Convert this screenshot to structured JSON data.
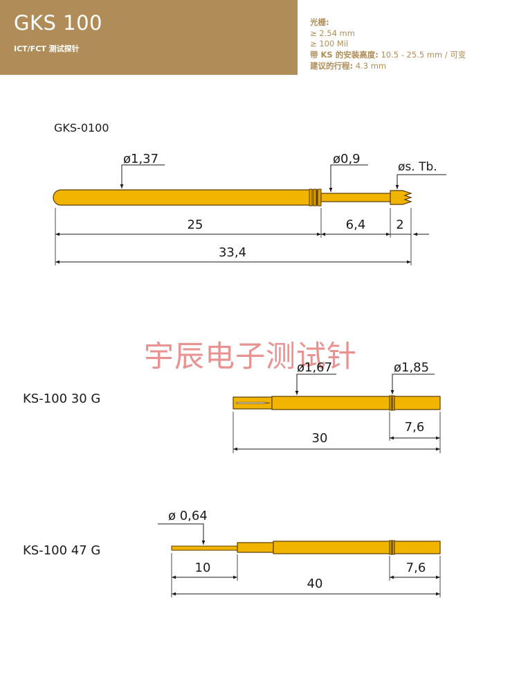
{
  "header": {
    "title": "GKS 100",
    "subtitle": "ICT/FCT 测试探针",
    "specs": {
      "grid_label": "光栅:",
      "grid_mm": "≥ 2.54 mm",
      "grid_mil": "≥ 100 Mil",
      "height_label": "带 KS 的安装高度:",
      "height_value": " 10.5 - 25.5 mm / 可变",
      "stroke_label": "建议的行程:",
      "stroke_value": " 4.3 mm"
    }
  },
  "watermark": "宇辰电子测试针",
  "probe_gks": {
    "model": "GKS-0100",
    "dia_body": "ø1,37",
    "dia_plunger": "ø0,9",
    "tip_style": "øs. Tb.",
    "len_body": "25",
    "len_plunger": "6,4",
    "len_tip": "2",
    "len_total": "33,4"
  },
  "socket_30g": {
    "model": "KS-100 30 G",
    "dia_barrel": "ø1,67",
    "dia_collar": "ø1,85",
    "len_collar": "7,6",
    "len_total": "30"
  },
  "socket_47g": {
    "model": "KS-100 47 G",
    "dia_tail": "ø 0,64",
    "len_tail": "10",
    "len_collar": "7,6",
    "len_total": "40"
  },
  "colors": {
    "header_bg": "#b08d58",
    "gold_fill": "#f1b400",
    "gold_stroke": "#5a3c00",
    "watermark": "#e16e6e"
  }
}
